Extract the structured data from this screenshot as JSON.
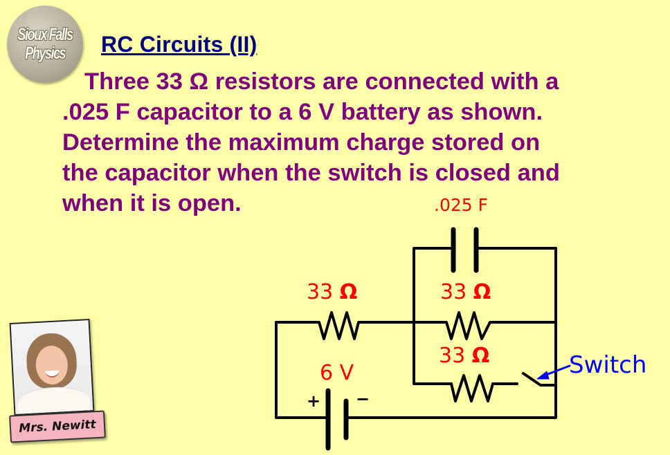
{
  "logo": {
    "line1": "Sioux Falls",
    "line2": "Physics"
  },
  "title": "RC Circuits (II)",
  "problem": {
    "lines": [
      "Three 33 Ω resistors are connected with a",
      ".025 F capacitor to a 6 V battery as shown.",
      "Determine the maximum charge stored on",
      "the capacitor when the switch is closed and",
      "when it is open."
    ]
  },
  "circuit": {
    "capacitor_label": ".025 F",
    "resistor_labels": {
      "r1_value": "33",
      "r2_value": "33",
      "r3_value": "33",
      "unit": "Ω"
    },
    "battery_label": "6 V",
    "battery_plus": "+",
    "battery_minus": "−",
    "switch_label": "Switch",
    "colors": {
      "wire": "#000000",
      "component_label": "#ff0000",
      "switch_annotation": "#0000ff"
    }
  },
  "teacher": {
    "name": "Mrs. Newitt"
  },
  "colors": {
    "background": "#FFFFAA",
    "title": "#000080",
    "problem_text": "#800080"
  }
}
